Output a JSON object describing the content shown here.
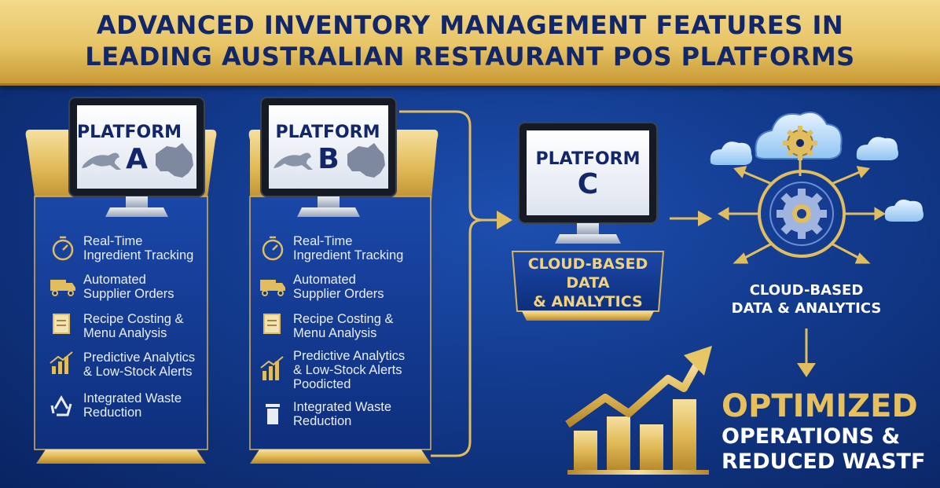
{
  "header": {
    "line1": "ADVANCED INVENTORY MANAGEMENT FEATURES IN",
    "line2": "LEADING AUSTRALIAN RESTAURANT POS PLATFORMS"
  },
  "platforms": {
    "a": {
      "word": "PLATFORM",
      "letter": "A"
    },
    "b": {
      "word": "PLATFORM",
      "letter": "B"
    },
    "c": {
      "word": "PLATFORM",
      "letter": "C"
    }
  },
  "features_a": [
    {
      "icon": "stopwatch-icon",
      "line1": "Real-Time",
      "line2": "Ingredient Tracking"
    },
    {
      "icon": "truck-icon",
      "line1": "Automated",
      "line2": "Supplier Orders"
    },
    {
      "icon": "notepad-icon",
      "line1": "Recipe Costing &",
      "line2": "Menu Analysis"
    },
    {
      "icon": "bar-chart-icon",
      "line1": "Predictive Analytics",
      "line2": "& Low-Stock Alerts"
    },
    {
      "icon": "recycle-icon",
      "line1": "Integrated Waste",
      "line2": "Reduction"
    }
  ],
  "features_b": [
    {
      "icon": "stopwatch-icon",
      "line1": "Real-Time",
      "line2": "Ingredient Tracking"
    },
    {
      "icon": "truck-icon",
      "line1": "Automated",
      "line2": "Supplier Orders"
    },
    {
      "icon": "notepad-icon",
      "line1": "Recipe Costing &",
      "line2": "Menu Analysis"
    },
    {
      "icon": "bar-chart-icon",
      "line1": "Predictive Analytics",
      "line2": "& Low-Stock Alerts",
      "line3": "Poodicted"
    },
    {
      "icon": "trash-icon",
      "line1": "Integrated Waste",
      "line2": "Reduction"
    }
  ],
  "platform_c_label": {
    "line1": "CLOUD-BASED",
    "line2": "DATA",
    "line3": "& ANALYTICS"
  },
  "cloud_label": {
    "line1": "CLOUD-BASED",
    "line2": "DATA & ANALYTICS"
  },
  "outcome": {
    "line1": "OPTIMIZED",
    "line2": "OPERATIONS &",
    "line3": "REDUCED WASTF"
  },
  "colors": {
    "gold": "#e7c466",
    "navy": "#12266a",
    "blue": "#1d4fb0"
  }
}
